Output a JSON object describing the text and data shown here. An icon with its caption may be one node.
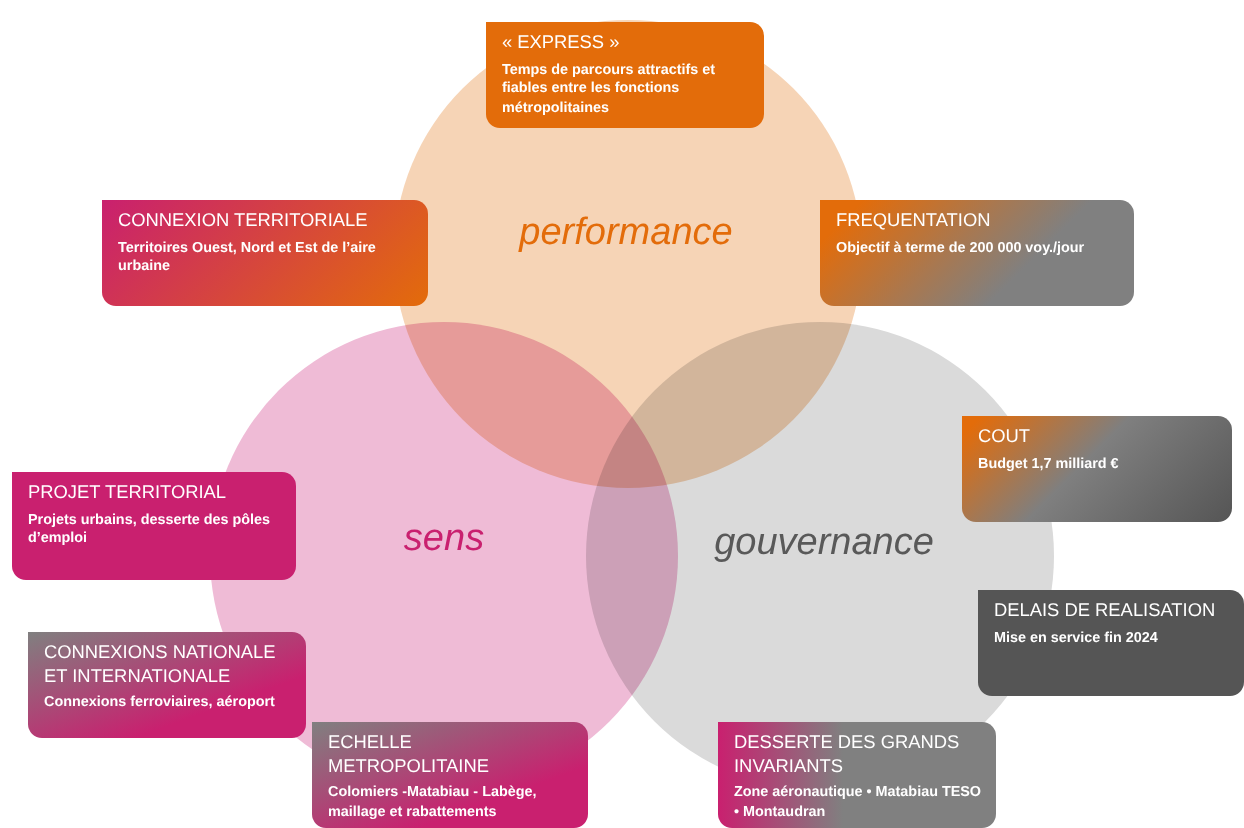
{
  "diagram": {
    "nodes": [
      {
        "text": [
          "« EXPRESS »",
          "Temps de parcours attractifs et fiables entre les fonctions métropolitaines"
        ]
      },
      {
        "text": [
          "CONNEXION TERRITORIALE",
          "Territoires Ouest, Nord et Est de l’aire urbaine"
        ]
      },
      {
        "text": [
          "performance"
        ]
      },
      {
        "text": [
          "FREQUENTATION",
          "Objectif à terme de 200 000 voy./jour"
        ]
      },
      {
        "text": [
          "COUT",
          "Budget 1,7 milliard €"
        ]
      },
      {
        "text": [
          "PROJET TERRITORIAL",
          "Projets urbains, desserte des pôles d’emploi"
        ]
      },
      {
        "text": [
          "sens"
        ]
      },
      {
        "text": [
          "gouvernance"
        ]
      },
      {
        "text": [
          "DELAIS DE REALISATION",
          "Mise en service fin 2024"
        ]
      },
      {
        "text": [
          "CONNEXIONS NATIONALE ET INTERNATIONALE",
          "Connexions ferroviaires, aéroport"
        ]
      },
      {
        "text": [
          "ECHELLE METROPOLITAINE",
          "Colomiers -Matabiau - Labège, maillage et rabattements"
        ]
      },
      {
        "text": [
          "DESSERTE DES GRANDS INVARIANTS",
          "Zone aéronautique • Matabiau TESO • Montaudran"
        ]
      }
    ]
  }
}
